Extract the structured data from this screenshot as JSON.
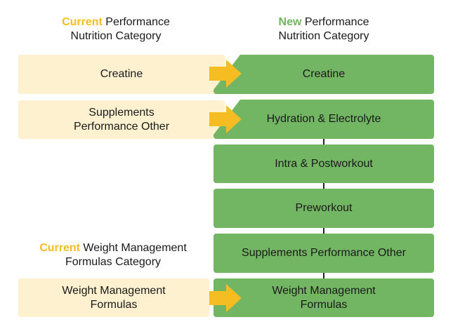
{
  "headings": {
    "current_perf": {
      "accent": "Current",
      "rest_line1": " Performance",
      "line2": "Nutrition Category"
    },
    "new_perf": {
      "accent": "New",
      "rest_line1": " Performance",
      "line2": "Nutrition Category"
    },
    "current_wm": {
      "accent": "Current",
      "rest_line1": " Weight Management",
      "line2": "Formulas Category"
    }
  },
  "current_boxes": [
    {
      "line1": "Creatine",
      "line2": ""
    },
    {
      "line1": "Supplements",
      "line2": "Performance Other"
    },
    {
      "line1": "Weight Management",
      "line2": "Formulas"
    }
  ],
  "new_boxes": [
    {
      "line1": "Creatine",
      "line2": ""
    },
    {
      "line1": "Hydration & Electrolyte",
      "line2": ""
    },
    {
      "line1": "Intra & Postworkout",
      "line2": ""
    },
    {
      "line1": "Preworkout",
      "line2": ""
    },
    {
      "line1": "Supplements Performance Other",
      "line2": ""
    },
    {
      "line1": "Weight Management",
      "line2": "Formulas"
    }
  ],
  "colors": {
    "current_fill": "#fdf1d0",
    "new_fill": "#72b563",
    "arrow": "#f5bd22",
    "accent_current": "#f5bd22",
    "accent_new": "#71b65f"
  },
  "icons": {
    "mapping_arrow": "arrow-right-icon"
  }
}
